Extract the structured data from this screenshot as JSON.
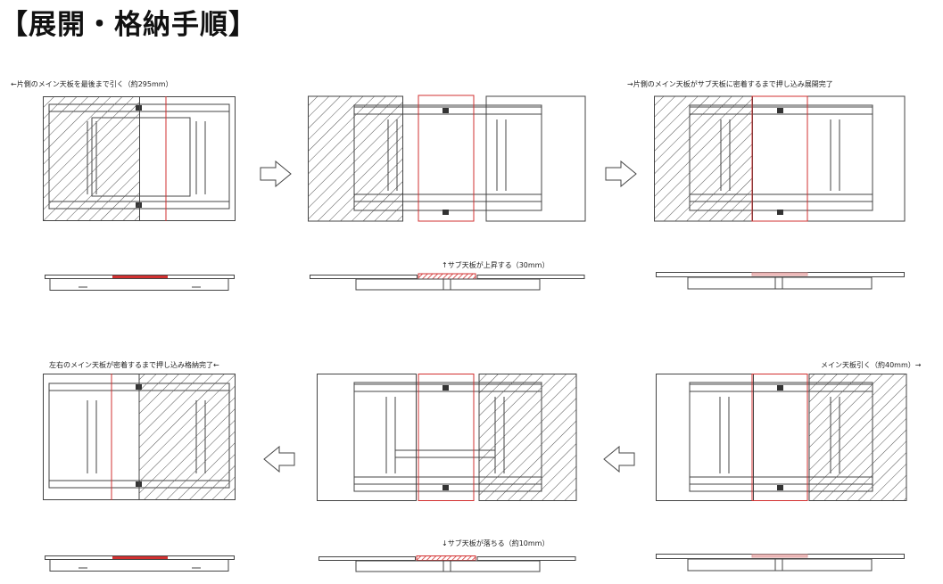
{
  "title": "【展開・格納手順】",
  "captions": {
    "step1": "←片側のメイン天板を最後まで引く（約295mm）",
    "step3": "→片側のメイン天板がサブ天板に密着するまで押し込み展開完了",
    "step4": "メイン天板引く（約40mm）→",
    "step6": "左右のメイン天板が密着するまで押し込み格納完了←",
    "sub_up": "↑サブ天板が上昇する（30mm）",
    "sub_down": "↓サブ天板が落ちる（約10mm）"
  },
  "colors": {
    "line": "#444444",
    "red": "#d23030",
    "hatch": "#555555"
  }
}
